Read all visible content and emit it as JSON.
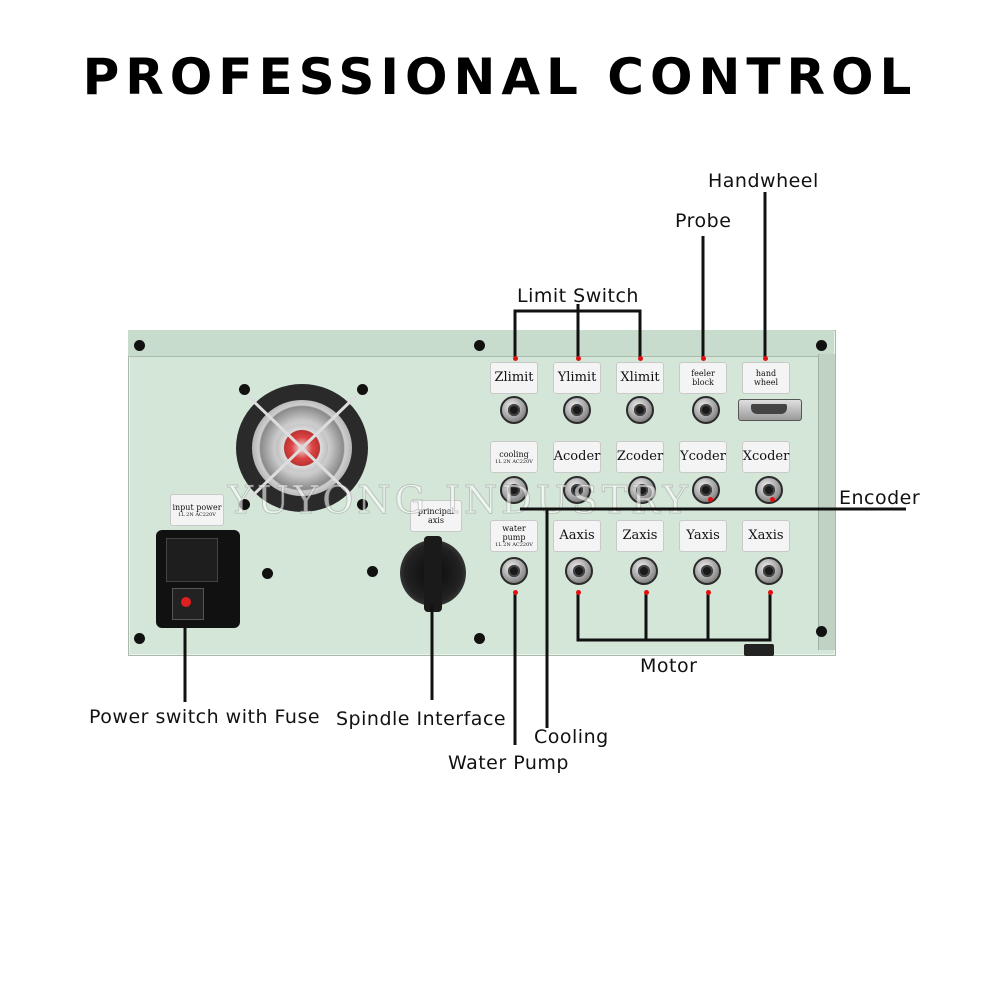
{
  "title": "PROFESSIONAL CONTROL",
  "watermark": "YUYONG INDUSTRY",
  "callouts": {
    "handwheel": "Handwheel",
    "probe": "Probe",
    "limit_switch": "Limit Switch",
    "encoder": "Encoder",
    "motor": "Motor",
    "power_switch": "Power switch with Fuse",
    "spindle_interface": "Spindle Interface",
    "cooling": "Cooling",
    "water_pump": "Water Pump"
  },
  "panel_tags": {
    "row1": [
      "Zlimit",
      "Ylimit",
      "Xlimit",
      "feeler block",
      "hand wheel"
    ],
    "row2": [
      "cooling",
      "Acoder",
      "Zcoder",
      "Ycoder",
      "Xcoder"
    ],
    "row3": [
      "water pump",
      "Aaxis",
      "Zaxis",
      "Yaxis",
      "Xaxis"
    ],
    "ac_rating": "1L 2N AC220V",
    "input_power": "input power",
    "principal_axis": "principal axis"
  },
  "colors": {
    "panel": "#d3e6d8",
    "leader_line": "#111111",
    "marker": "#e01010"
  }
}
